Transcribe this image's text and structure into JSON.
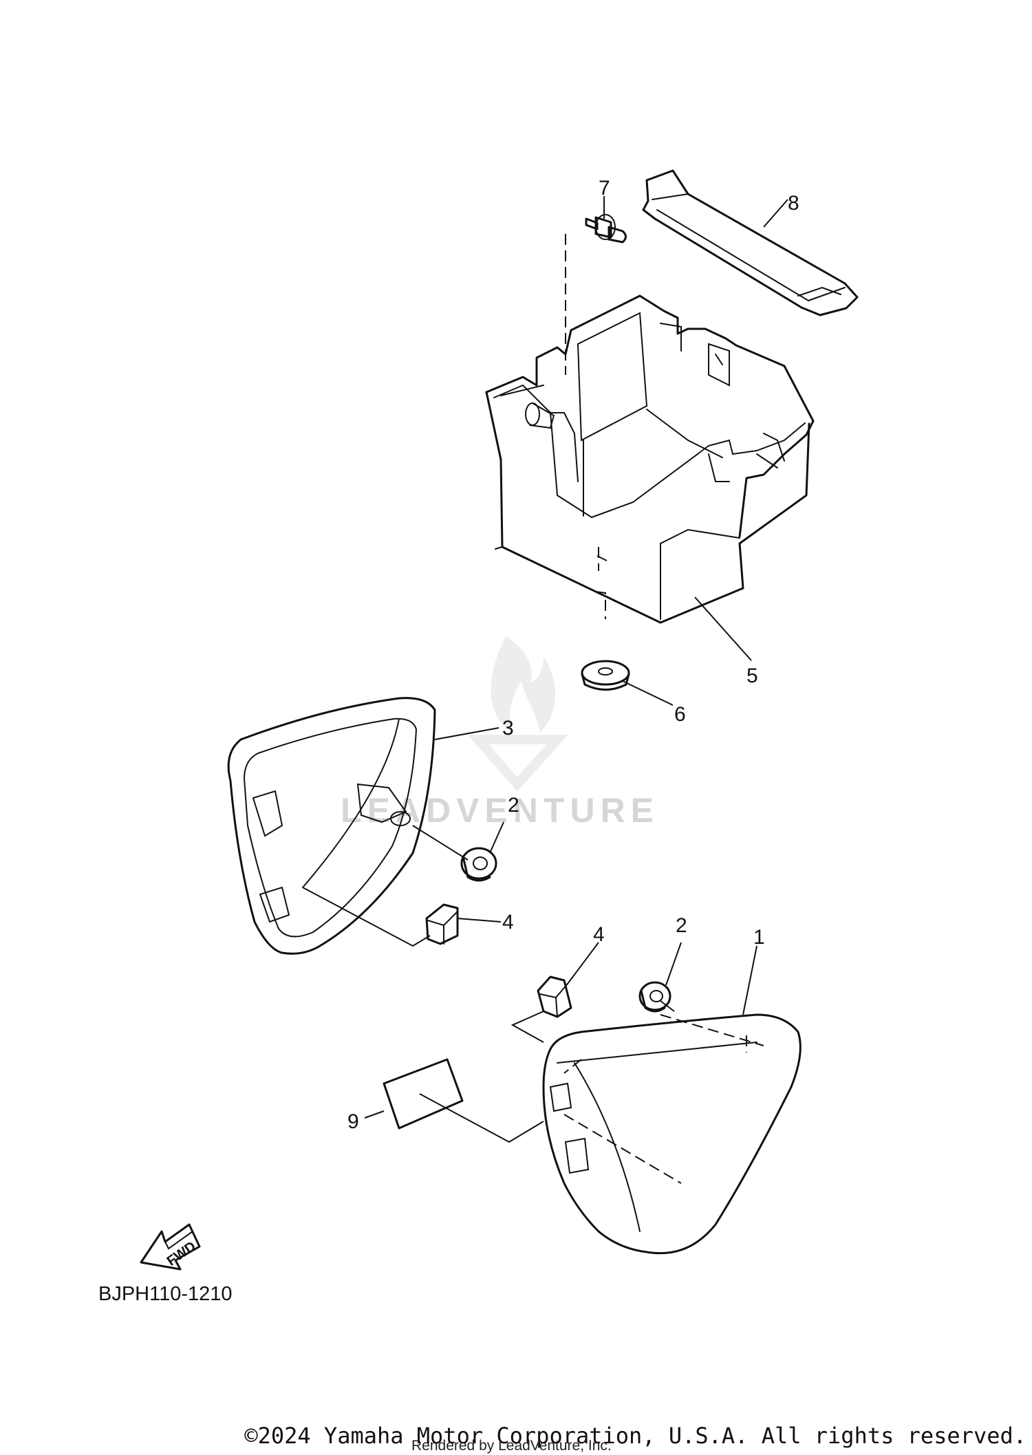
{
  "callouts": {
    "c1": "1",
    "c2a": "2",
    "c2b": "2",
    "c3": "3",
    "c4a": "4",
    "c4b": "4",
    "c5": "5",
    "c6": "6",
    "c7": "7",
    "c8": "8",
    "c9": "9"
  },
  "fwd_label": "FWD",
  "diagram_code": "BJPH110-1210",
  "watermark": "LEADVENTURE",
  "copyright": "©2024 Yamaha Motor Corporation, U.S.A. All rights reserved.",
  "rendered_by": "Rendered by LeadVenture, Inc."
}
